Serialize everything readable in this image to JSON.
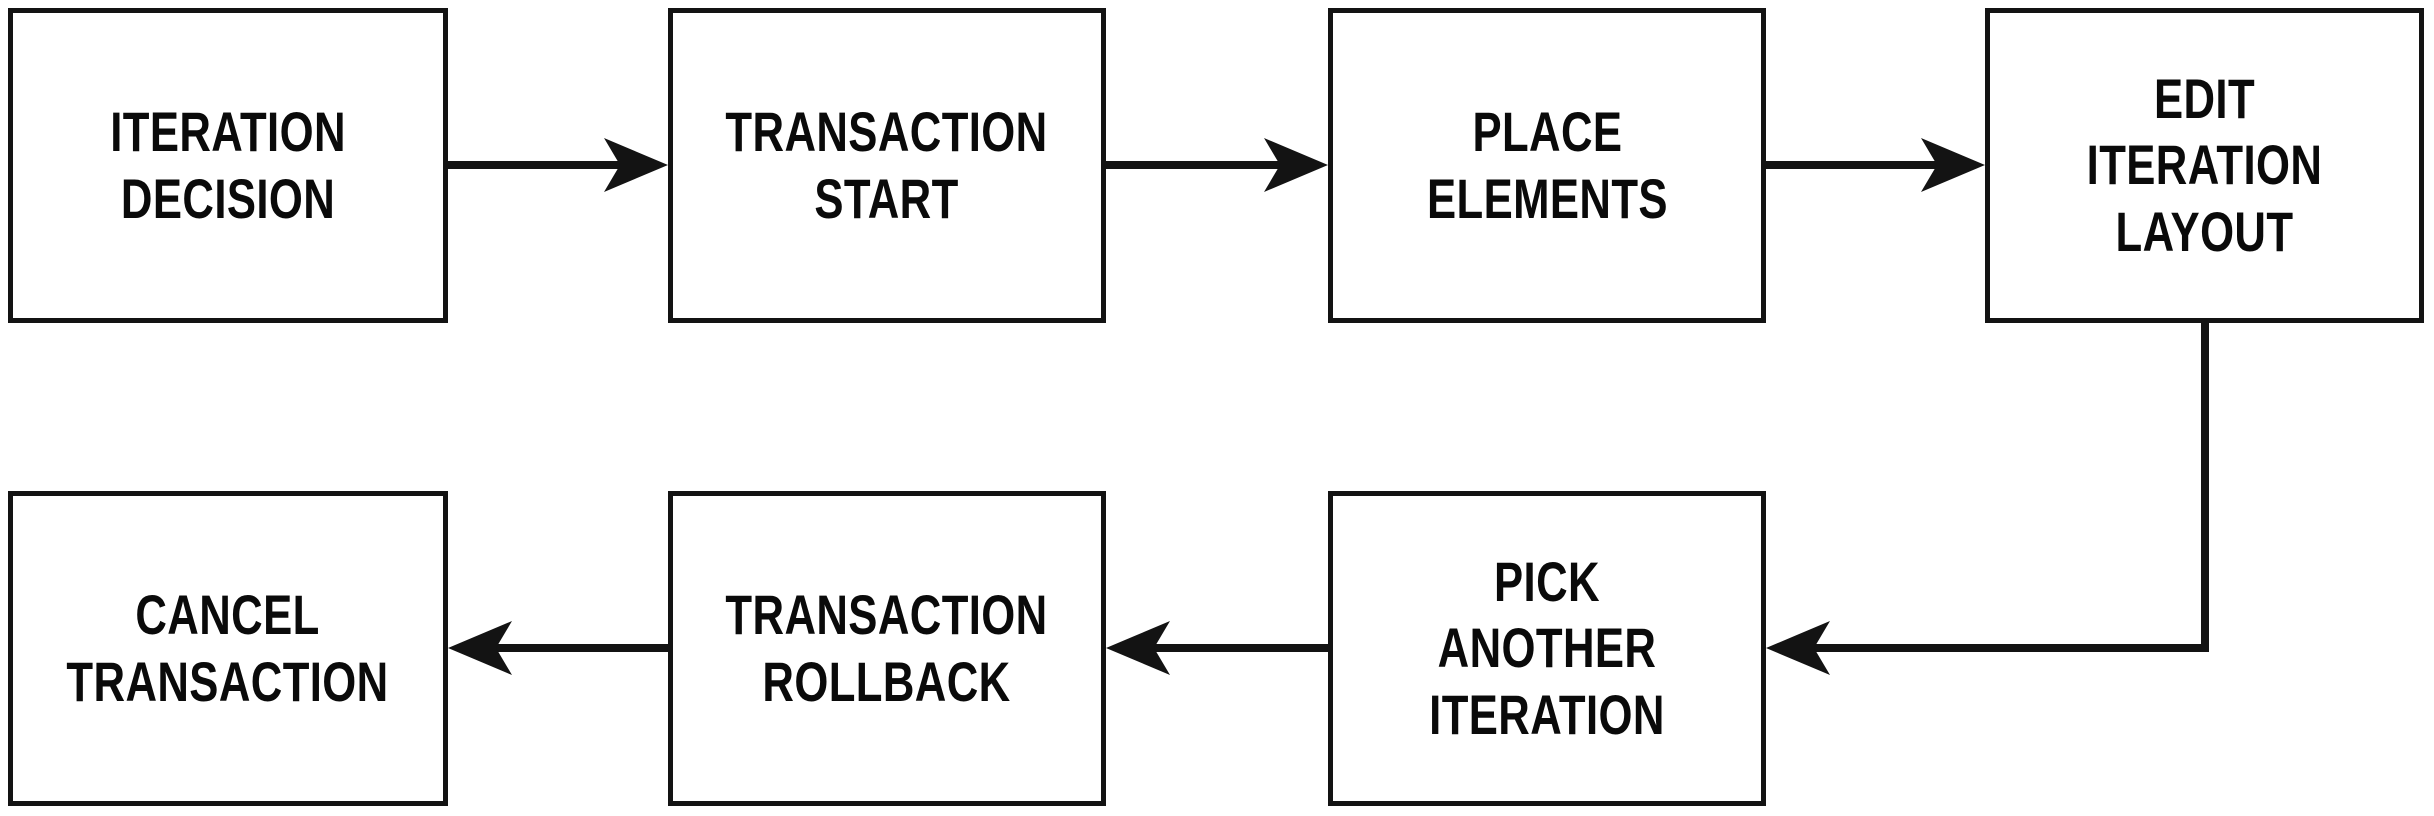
{
  "diagram": {
    "type": "flowchart",
    "title": "",
    "background_color": "#ffffff",
    "stroke_color": "#131313",
    "text_color": "#0a0a0a",
    "nodes": [
      {
        "id": "iteration-decision",
        "label": "ITERATION\nDECISION",
        "row": 1,
        "col": 1
      },
      {
        "id": "transaction-start",
        "label": "TRANSACTION\nSTART",
        "row": 1,
        "col": 2
      },
      {
        "id": "place-elements",
        "label": "PLACE\nELEMENTS",
        "row": 1,
        "col": 3
      },
      {
        "id": "edit-iteration-layout",
        "label": "EDIT ITERATION\nLAYOUT",
        "row": 1,
        "col": 4
      },
      {
        "id": "cancel-transaction",
        "label": "CANCEL\nTRANSACTION",
        "row": 2,
        "col": 1
      },
      {
        "id": "transaction-rollback",
        "label": "TRANSACTION\nROLLBACK",
        "row": 2,
        "col": 2
      },
      {
        "id": "pick-another-iteration",
        "label": "PICK ANOTHER\nITERATION",
        "row": 2,
        "col": 3
      }
    ],
    "edges": [
      {
        "id": "edge-1",
        "from": "iteration-decision",
        "to": "transaction-start",
        "direction": "right",
        "style": "straight"
      },
      {
        "id": "edge-2",
        "from": "transaction-start",
        "to": "place-elements",
        "direction": "right",
        "style": "straight"
      },
      {
        "id": "edge-3",
        "from": "place-elements",
        "to": "edit-iteration-layout",
        "direction": "right",
        "style": "straight"
      },
      {
        "id": "edge-4",
        "from": "edit-iteration-layout",
        "to": "pick-another-iteration",
        "direction": "left",
        "style": "elbow"
      },
      {
        "id": "edge-5",
        "from": "pick-another-iteration",
        "to": "transaction-rollback",
        "direction": "left",
        "style": "straight"
      },
      {
        "id": "edge-6",
        "from": "transaction-rollback",
        "to": "cancel-transaction",
        "direction": "left",
        "style": "straight"
      }
    ]
  }
}
